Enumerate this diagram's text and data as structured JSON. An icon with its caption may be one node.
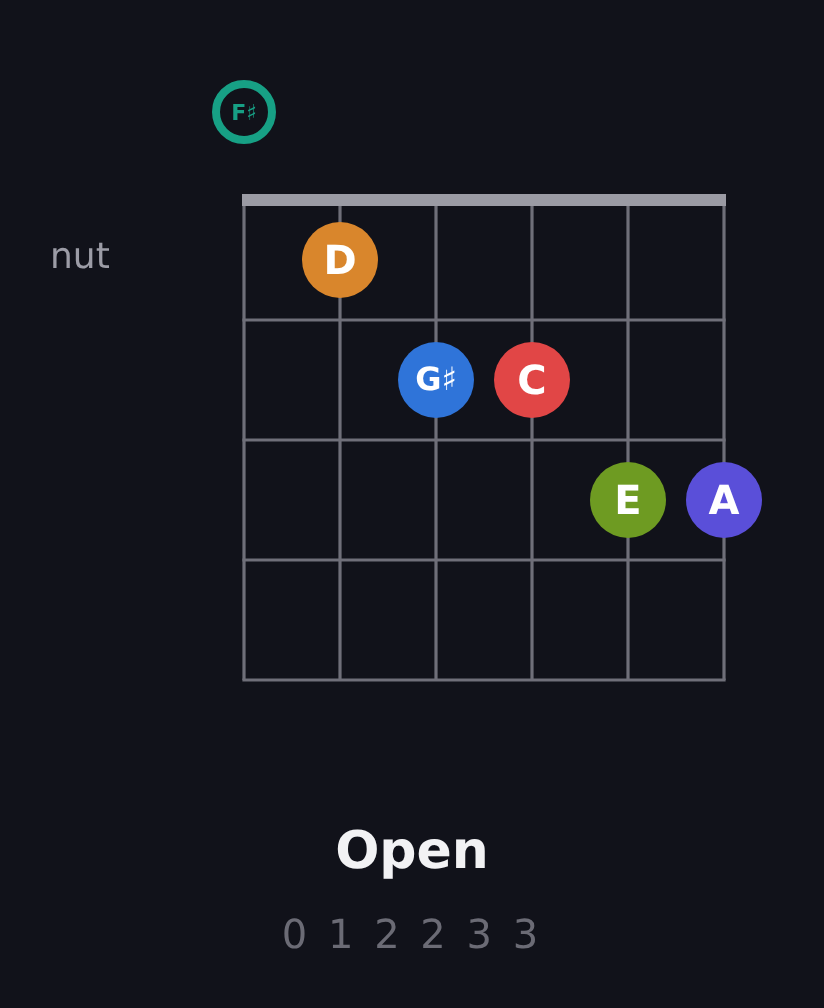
{
  "diagram": {
    "title": "Open",
    "nodes": [
      {
        "text": [
          "F♯"
        ]
      },
      {
        "text": [
          "D"
        ]
      },
      {
        "text": [
          "G♯"
        ]
      },
      {
        "text": [
          "C"
        ]
      },
      {
        "text": [
          "E"
        ]
      },
      {
        "text": [
          "A"
        ]
      }
    ],
    "labels": [
      "nut",
      "0 1 2 2 3 3"
    ]
  }
}
